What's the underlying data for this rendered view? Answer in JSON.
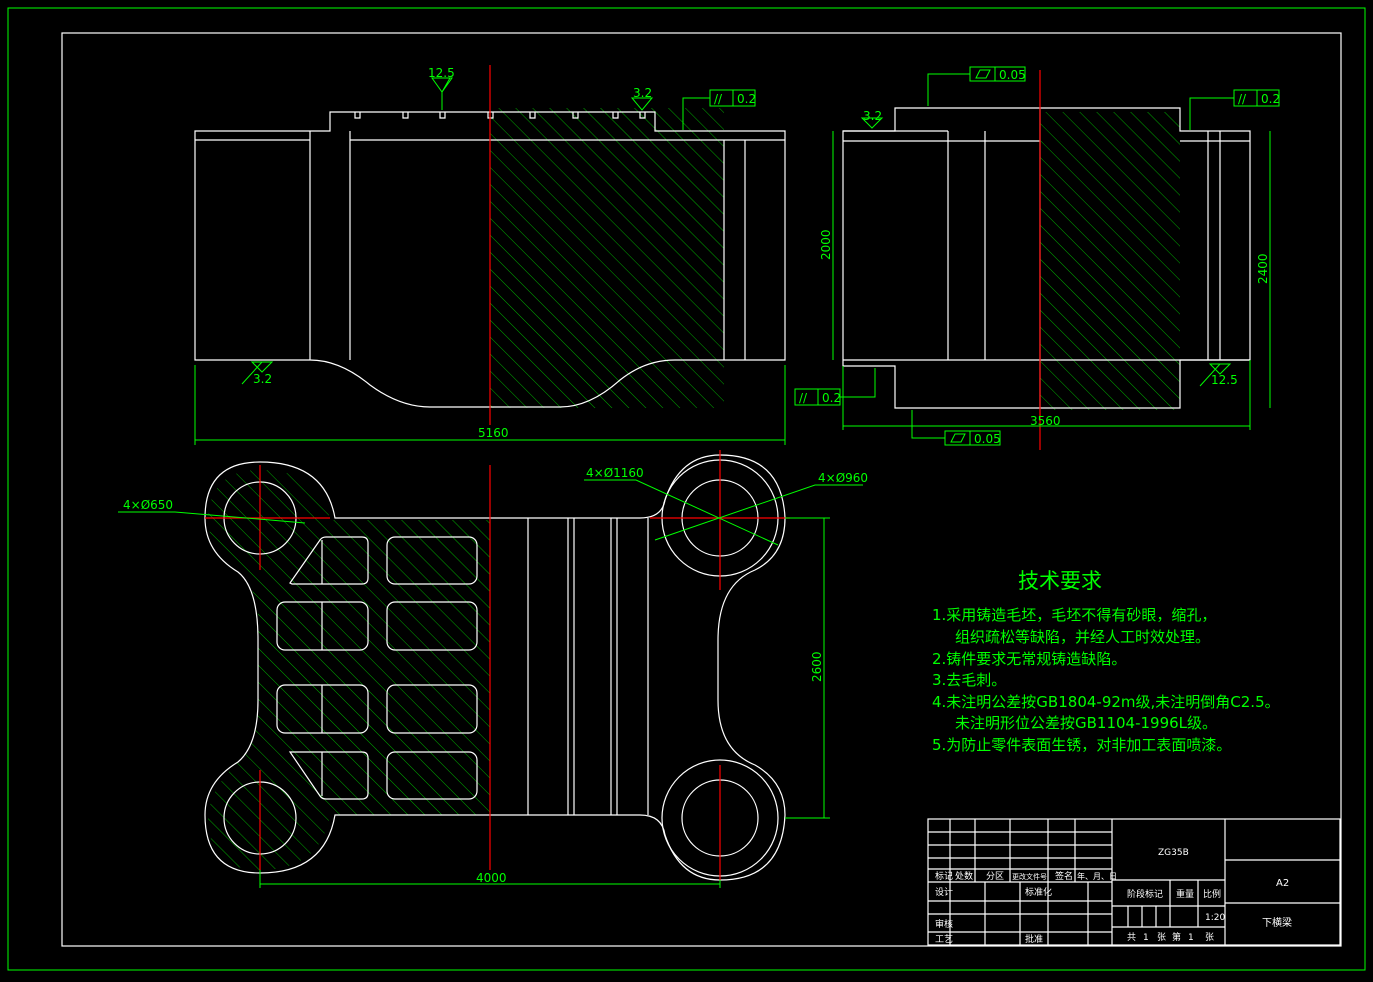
{
  "tech_requirements": {
    "title": "技术要求",
    "items": [
      "1.采用铸造毛坯，毛坯不得有砂眼，缩孔，",
      "组织疏松等缺陷，并经人工时效处理。",
      "2.铸件要求无常规铸造缺陷。",
      "3.去毛刺。",
      "4.未注明公差按GB1804-92m级,未注明倒角C2.5。",
      "未注明形位公差按GB1104-1996L级。",
      "5.为防止零件表面生锈，对非加工表面喷漆。"
    ]
  },
  "dimensions": {
    "front_width": "5160",
    "side_width": "3560",
    "side_height_left": "2000",
    "side_height_right": "2400",
    "plan_width": "4000",
    "plan_height": "2600",
    "hole_small": "4×Ø650",
    "hole_large": "4×Ø1160",
    "hole_mid": "4×Ø960"
  },
  "roughness": {
    "r12_5": "12.5",
    "r3_2": "3.2"
  },
  "tolerances": {
    "parallel_0_2": "0.2",
    "flatness_0_05": "0.05"
  },
  "title_block": {
    "material": "ZG35B",
    "paper_size": "A2",
    "part_name": "下横梁",
    "scale": "1:20",
    "h_mark": "标记",
    "h_count": "处数",
    "h_zone": "分区",
    "h_doc": "更改文件号",
    "h_sign": "签名",
    "h_date": "年、月、日",
    "design": "设计",
    "standardize": "标准化",
    "stage_mark": "阶段标记",
    "weight": "重量",
    "ratio": "比例",
    "review": "审核",
    "process": "工艺",
    "approve": "批准",
    "total": "共",
    "sheets": "张",
    "sheet_no": "第",
    "one": "1"
  },
  "colors": {
    "outline": "#ffffff",
    "annotation": "#00ff00",
    "centerline": "#ff0000",
    "background": "#000000"
  }
}
